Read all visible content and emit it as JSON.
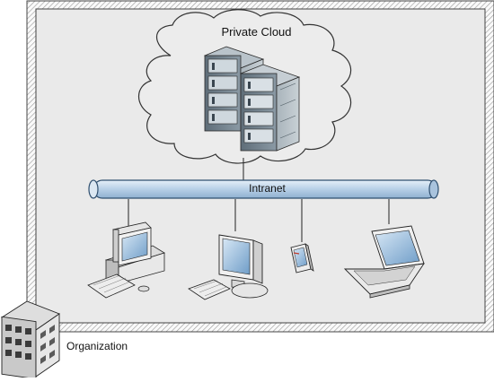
{
  "diagram": {
    "cloud": {
      "label": "Private Cloud",
      "icon": "server-rack-icon"
    },
    "bus": {
      "label": "Intranet"
    },
    "devices": [
      {
        "id": "desktop-pc",
        "icon": "desktop-computer-icon"
      },
      {
        "id": "monitor-workstation",
        "icon": "lcd-monitor-icon"
      },
      {
        "id": "mobile-device",
        "icon": "mobile-phone-icon"
      },
      {
        "id": "laptop",
        "icon": "laptop-icon"
      }
    ],
    "organization": {
      "label": "Organization",
      "icon": "office-building-icon"
    },
    "colors": {
      "boundary_fill": "#eaeaea",
      "cloud_fill": "#ececec",
      "bus_fill": "#c5d8ea",
      "bus_stroke": "#2f4f6f",
      "device_screen": "#7aa7d0",
      "server_body": "#7e8c97"
    }
  }
}
